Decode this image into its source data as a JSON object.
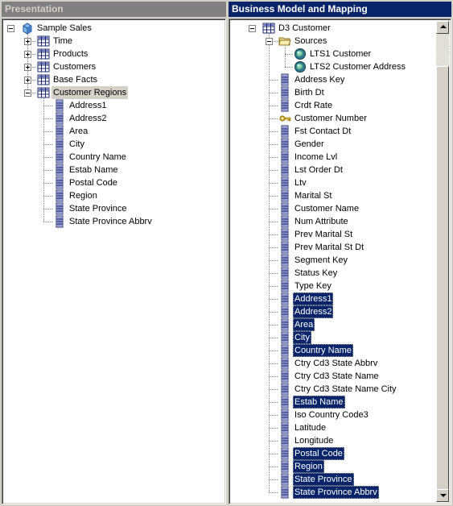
{
  "presentation": {
    "title": "Presentation",
    "items": [
      {
        "label": "Sample Sales",
        "icon": "catalog-icon",
        "expander": "minus"
      },
      {
        "label": "Time",
        "icon": "table-icon",
        "expander": "plus"
      },
      {
        "label": "Products",
        "icon": "table-icon",
        "expander": "plus"
      },
      {
        "label": "Customers",
        "icon": "table-icon",
        "expander": "plus"
      },
      {
        "label": "Base Facts",
        "icon": "table-icon",
        "expander": "plus"
      },
      {
        "label": "Customer Regions",
        "icon": "table-icon",
        "expander": "minus"
      },
      {
        "label": "Address1",
        "icon": "column-icon"
      },
      {
        "label": "Address2",
        "icon": "column-icon"
      },
      {
        "label": "Area",
        "icon": "column-icon"
      },
      {
        "label": "City",
        "icon": "column-icon"
      },
      {
        "label": "Country Name",
        "icon": "column-icon"
      },
      {
        "label": "Estab Name",
        "icon": "column-icon"
      },
      {
        "label": "Postal Code",
        "icon": "column-icon"
      },
      {
        "label": "Region",
        "icon": "column-icon"
      },
      {
        "label": "State Province",
        "icon": "column-icon"
      },
      {
        "label": "State Province Abbrv",
        "icon": "column-icon"
      }
    ]
  },
  "bmm": {
    "title": "Business Model and Mapping",
    "items": [
      {
        "label": "D3 Customer",
        "icon": "table-icon",
        "expander": "minus"
      },
      {
        "label": "Sources",
        "icon": "folder-icon",
        "expander": "minus"
      },
      {
        "label": "LTS1 Customer",
        "icon": "logical-source-icon"
      },
      {
        "label": "LTS2 Customer Address",
        "icon": "logical-source-icon"
      },
      {
        "label": "Address Key",
        "icon": "column-icon"
      },
      {
        "label": "Birth Dt",
        "icon": "column-icon"
      },
      {
        "label": "Crdt Rate",
        "icon": "column-icon"
      },
      {
        "label": "Customer Number",
        "icon": "key-icon"
      },
      {
        "label": "Fst Contact Dt",
        "icon": "column-icon"
      },
      {
        "label": "Gender",
        "icon": "column-icon"
      },
      {
        "label": "Income Lvl",
        "icon": "column-icon"
      },
      {
        "label": "Lst Order Dt",
        "icon": "column-icon"
      },
      {
        "label": "Ltv",
        "icon": "column-icon"
      },
      {
        "label": "Marital St",
        "icon": "column-icon"
      },
      {
        "label": "Customer Name",
        "icon": "column-icon"
      },
      {
        "label": "Num Attribute",
        "icon": "column-icon"
      },
      {
        "label": "Prev Marital St",
        "icon": "column-icon"
      },
      {
        "label": "Prev Marital St Dt",
        "icon": "column-icon"
      },
      {
        "label": "Segment Key",
        "icon": "column-icon"
      },
      {
        "label": "Status Key",
        "icon": "column-icon"
      },
      {
        "label": "Type Key",
        "icon": "column-icon"
      },
      {
        "label": "Address1",
        "icon": "column-icon",
        "selected": true
      },
      {
        "label": "Address2",
        "icon": "column-icon",
        "selected": true
      },
      {
        "label": "Area",
        "icon": "column-icon",
        "selected": true
      },
      {
        "label": "City",
        "icon": "column-icon",
        "selected": true
      },
      {
        "label": "Country Name",
        "icon": "column-icon",
        "selected": true
      },
      {
        "label": "Ctry Cd3 State Abbrv",
        "icon": "column-icon"
      },
      {
        "label": "Ctry Cd3 State Name",
        "icon": "column-icon"
      },
      {
        "label": "Ctry Cd3 State Name City",
        "icon": "column-icon"
      },
      {
        "label": "Estab Name",
        "icon": "column-icon",
        "selected": true
      },
      {
        "label": "Iso Country Code3",
        "icon": "column-icon"
      },
      {
        "label": "Latitude",
        "icon": "column-icon"
      },
      {
        "label": "Longitude",
        "icon": "column-icon"
      },
      {
        "label": "Postal Code",
        "icon": "column-icon",
        "selected": true
      },
      {
        "label": "Region",
        "icon": "column-icon",
        "selected": true
      },
      {
        "label": "State Province",
        "icon": "column-icon",
        "selected": true
      },
      {
        "label": "State Province Abbrv",
        "icon": "column-icon",
        "selected": true
      }
    ]
  },
  "colors": {
    "selection": "#0a246a",
    "active_title": "#0a246a",
    "inactive_title": "#808080"
  }
}
